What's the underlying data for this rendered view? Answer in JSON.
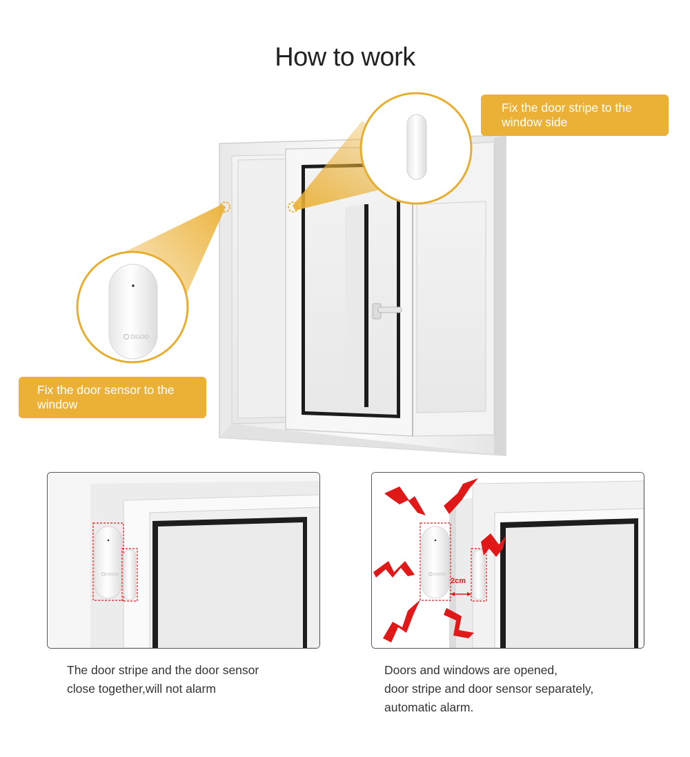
{
  "title": "How to work",
  "callouts": {
    "stripe": "Fix the door stripe to the window side",
    "sensor": "Fix the door sensor to the window"
  },
  "brand_logo": "DIGOO",
  "distance_label": "2cm",
  "captions": {
    "closed": "The door stripe and the door sensor\nclose together,will not alarm",
    "opened": "Doors and windows are opened,\ndoor stripe and door sensor separately,\nautomatic alarm."
  },
  "colors": {
    "accent": "#ebb136",
    "alarm": "#e01818",
    "frame": "#f4f4f4",
    "seal": "#1c1c1c"
  }
}
